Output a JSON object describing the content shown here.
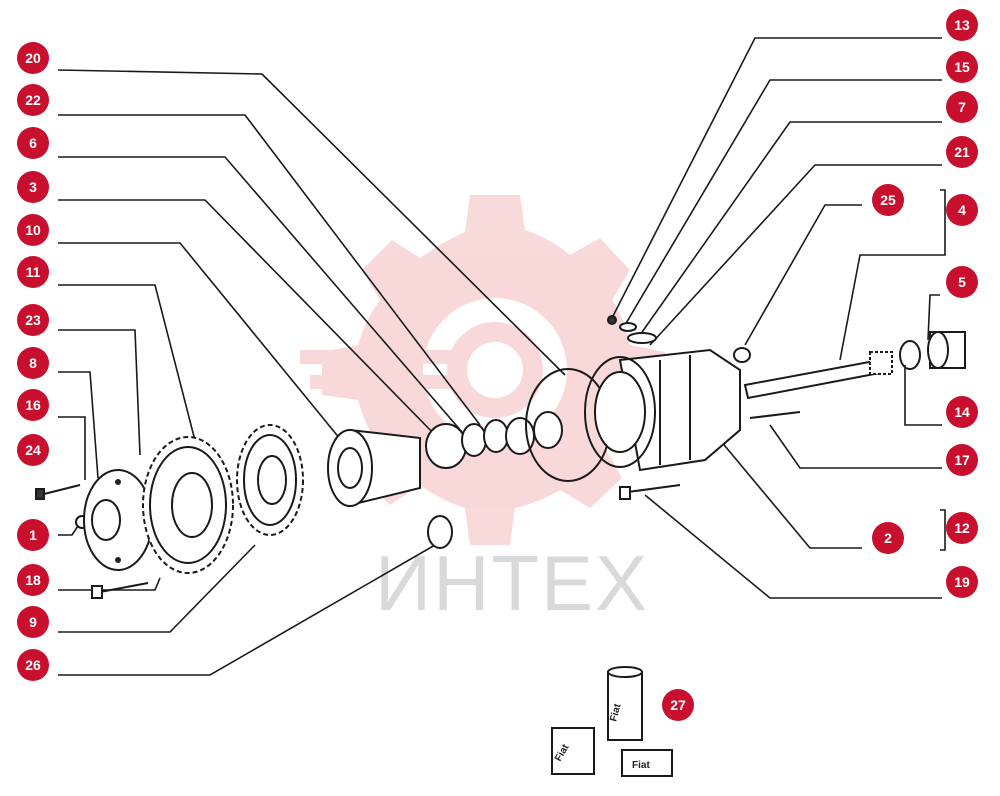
{
  "diagram": {
    "watermark": {
      "text": "ИНТЕХ",
      "logo": "gear-logo"
    },
    "accent_color": "#c8102e",
    "callouts": [
      {
        "label": "20"
      },
      {
        "label": "22"
      },
      {
        "label": "6"
      },
      {
        "label": "3"
      },
      {
        "label": "10"
      },
      {
        "label": "11"
      },
      {
        "label": "23"
      },
      {
        "label": "8"
      },
      {
        "label": "16"
      },
      {
        "label": "24"
      },
      {
        "label": "1"
      },
      {
        "label": "18"
      },
      {
        "label": "9"
      },
      {
        "label": "26"
      },
      {
        "label": "13"
      },
      {
        "label": "15"
      },
      {
        "label": "7"
      },
      {
        "label": "21"
      },
      {
        "label": "25"
      },
      {
        "label": "4"
      },
      {
        "label": "5"
      },
      {
        "label": "14"
      },
      {
        "label": "17"
      },
      {
        "label": "2"
      },
      {
        "label": "12"
      },
      {
        "label": "19"
      },
      {
        "label": "27"
      }
    ],
    "package_labels": [
      "Fiat",
      "Fiat",
      "Fiat"
    ]
  }
}
